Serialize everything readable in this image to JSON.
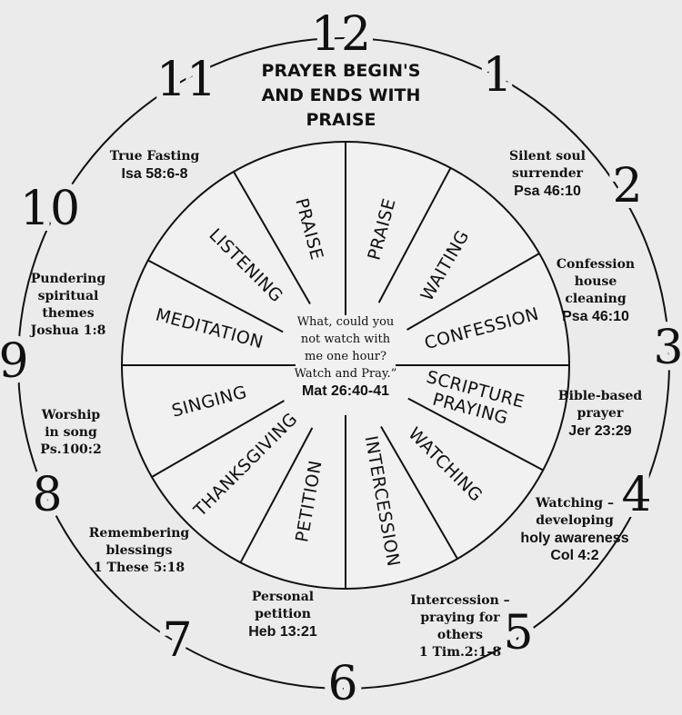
{
  "title_lines": [
    "PRAYER BEGIN'S",
    "AND ENDS WITH",
    "PRAISE"
  ],
  "clock_numbers": [
    "12",
    "1",
    "2",
    "3",
    "4",
    "5",
    "6",
    "7",
    "8",
    "9",
    "10",
    "11"
  ],
  "segments": [
    "PRAISE",
    "WAITING",
    "CONFESSION",
    "SCRIPTURE PRAYING",
    "WATCHING",
    "INTERCESSION",
    "PETITION",
    "THANKSGIVING",
    "SINGING",
    "MEDITATION",
    "LISTENING",
    "PRAISE"
  ],
  "center": {
    "lines": [
      "What, could you",
      "not watch with",
      "me one hour?",
      "Watch and Pray.”"
    ],
    "reference": "Mat 26:40-41"
  },
  "annotations": [
    {
      "lines": [
        "Silent soul",
        "surrender"
      ],
      "reference": "Psa 46:10"
    },
    {
      "lines": [
        "Confession",
        "house",
        "cleaning"
      ],
      "reference": "Psa 46:10"
    },
    {
      "lines": [
        "Bible-based",
        "prayer"
      ],
      "reference": "Jer 23:29"
    },
    {
      "lines": [
        "Watching –",
        "developing"
      ],
      "reference": "holy awareness",
      "reference2": "Col 4:2"
    },
    {
      "lines": [
        "Intercession –",
        "praying for",
        "others",
        "1 Tim.2:1-8"
      ],
      "reference": ""
    },
    {
      "lines": [
        "Personal",
        "petition"
      ],
      "reference": "Heb 13:21"
    },
    {
      "lines": [
        "Remembering",
        "blessings",
        "1 These 5:18"
      ],
      "reference": ""
    },
    {
      "lines": [
        "Worship",
        "in song",
        "Ps.100:2"
      ],
      "reference": ""
    },
    {
      "lines": [
        "Pundering",
        "spiritual",
        "themes",
        "Joshua 1:8"
      ],
      "reference": ""
    },
    {
      "lines": [
        "True Fasting"
      ],
      "reference": "Isa 58:6-8"
    }
  ]
}
